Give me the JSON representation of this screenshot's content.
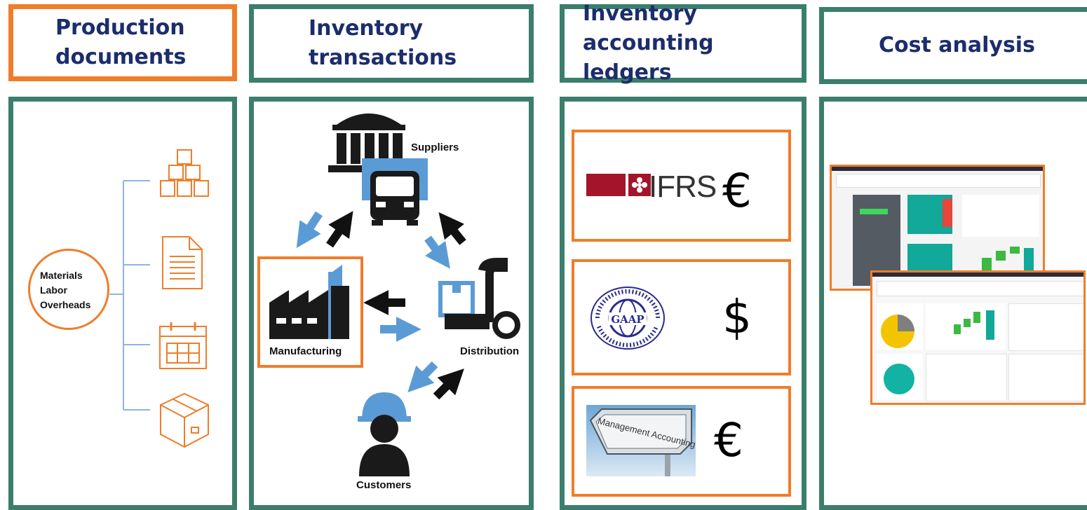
{
  "headers": [
    {
      "line1": "Production",
      "line2": "documents"
    },
    {
      "line1": "Inventory",
      "line2": "transactions"
    },
    {
      "line1": "Inventory",
      "line2": "accounting ledgers"
    },
    {
      "line1": "Cost analysis",
      "line2": ""
    }
  ],
  "production": {
    "circle_lines": [
      "Materials",
      "Labor",
      "Overheads"
    ]
  },
  "transactions": {
    "suppliers": "Suppliers",
    "manufacturing": "Manufacturing",
    "distribution": "Distribution",
    "customers": "Customers"
  },
  "ledgers": [
    {
      "logo": "IFRS",
      "currency": "€"
    },
    {
      "logo": "GAAP",
      "currency": "$"
    },
    {
      "logo": "Management Accounting",
      "currency": "€"
    }
  ],
  "colors": {
    "green": "#3b7e6c",
    "orange": "#ef7d2a",
    "navy": "#1c2d6c",
    "blue": "#5b9bd5"
  }
}
